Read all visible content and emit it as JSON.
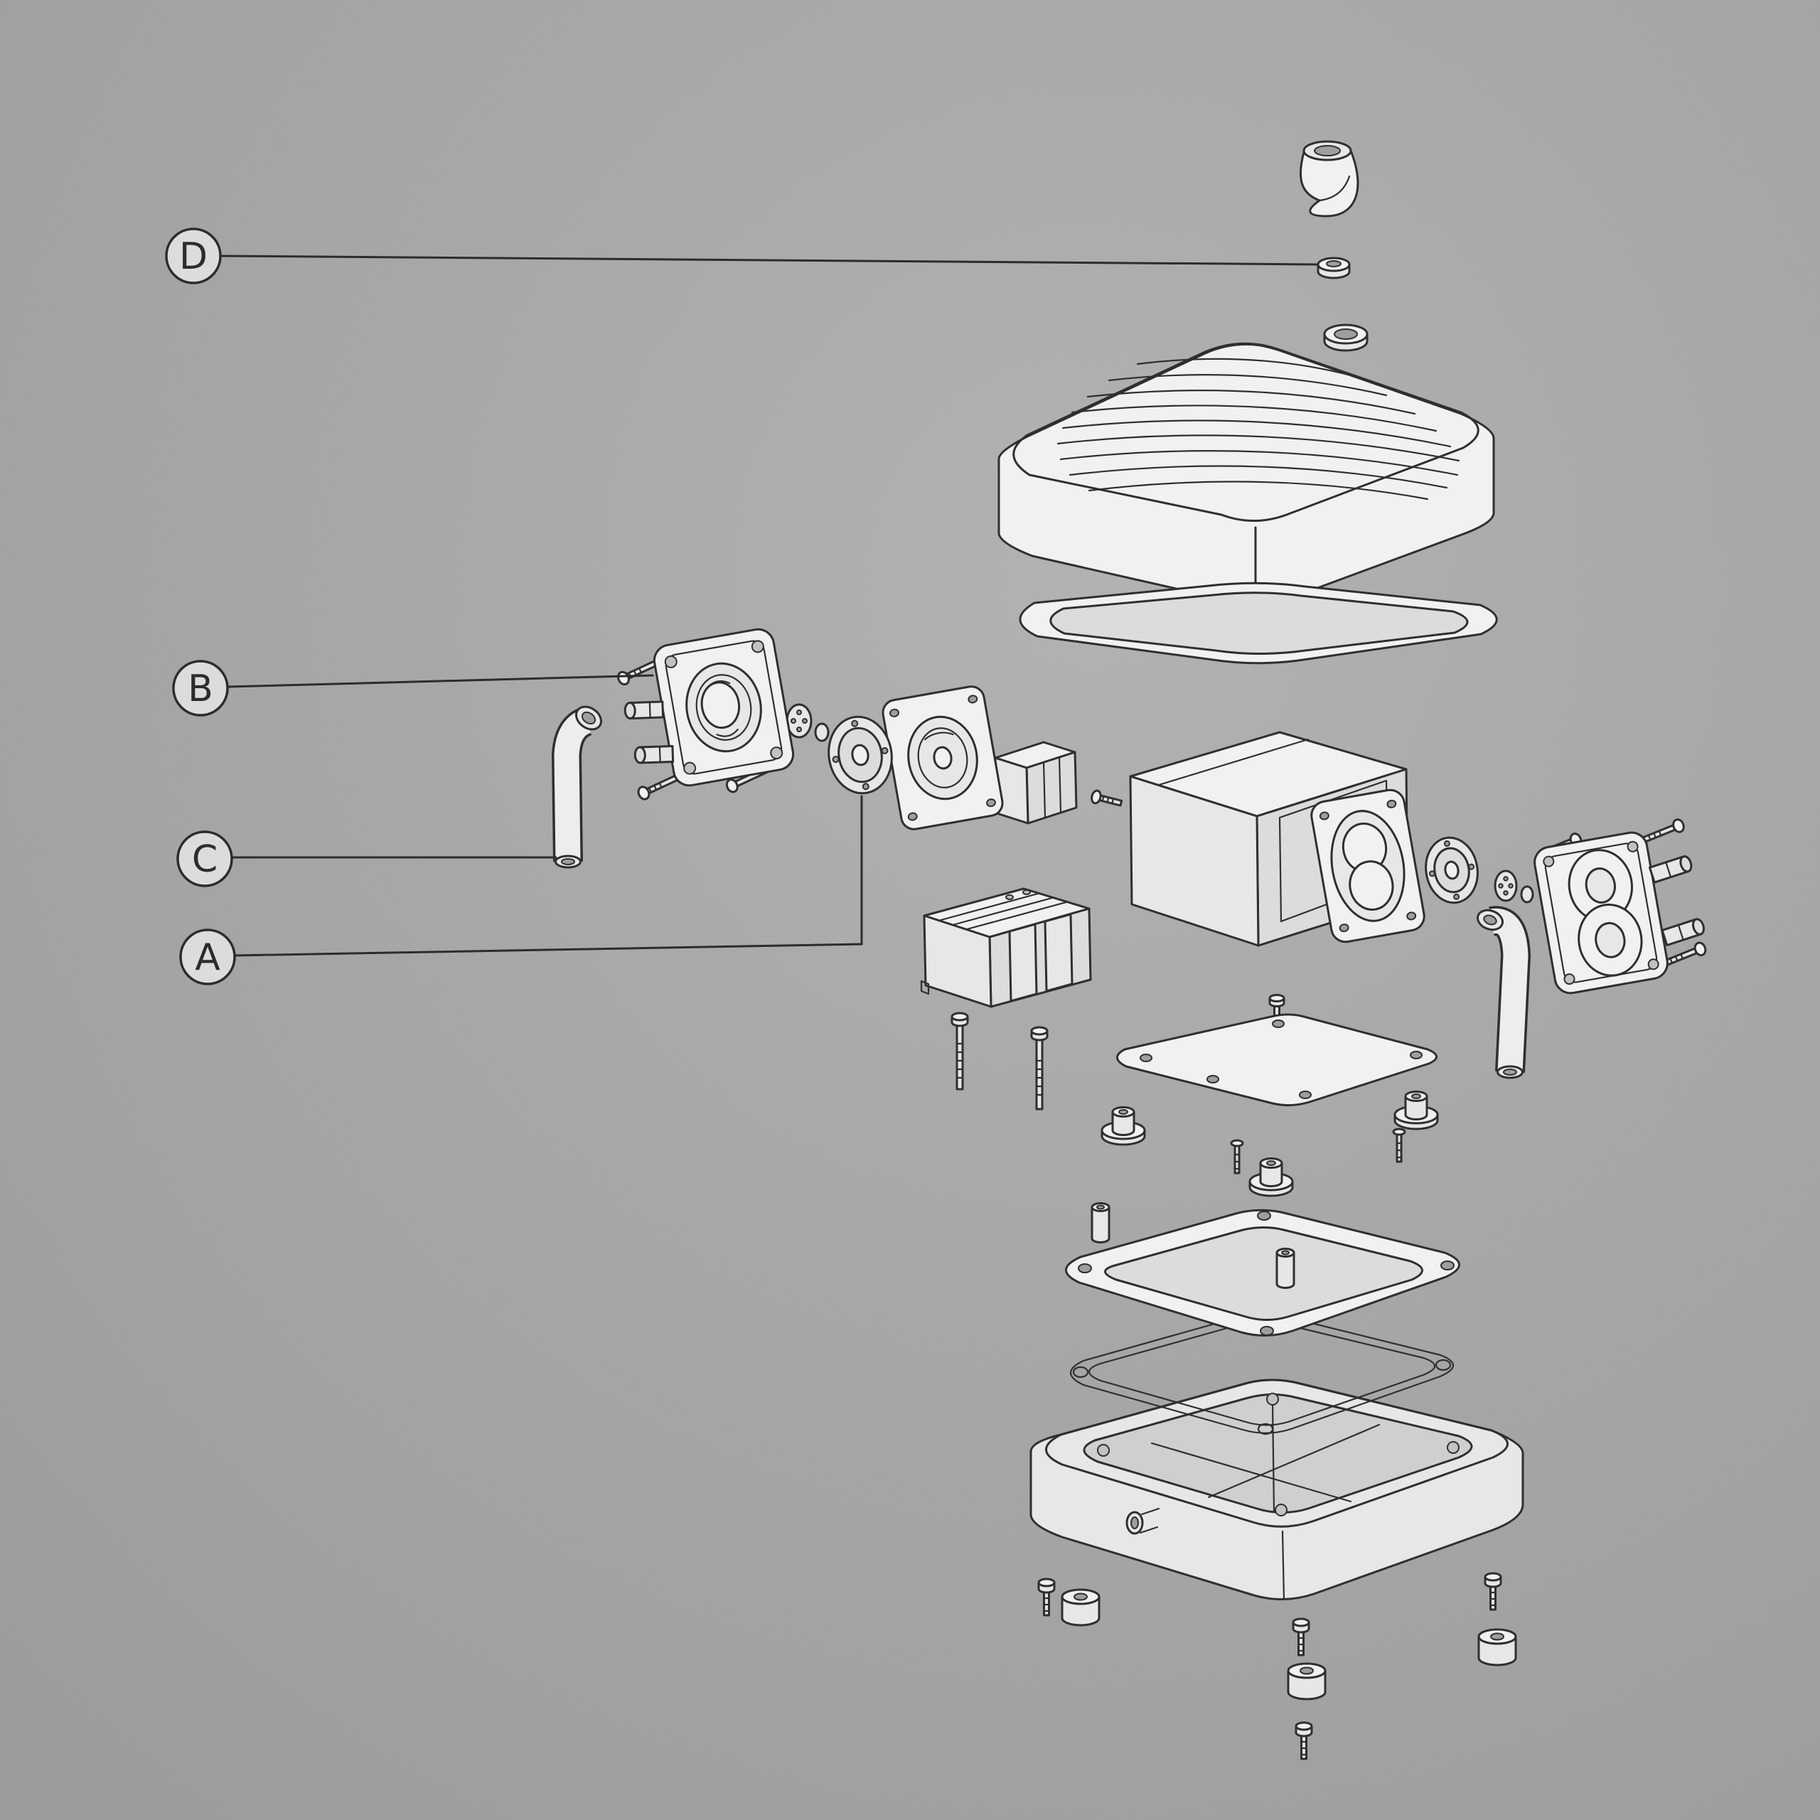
{
  "diagram": {
    "callouts": [
      {
        "label": "D"
      },
      {
        "label": "B"
      },
      {
        "label": "C"
      },
      {
        "label": "A"
      }
    ],
    "colors": {
      "background": "#a8a8a8",
      "line": "#2f2f2f",
      "part_fill": "#f0f0f0",
      "callout_fill": "#dcdcdc"
    }
  }
}
